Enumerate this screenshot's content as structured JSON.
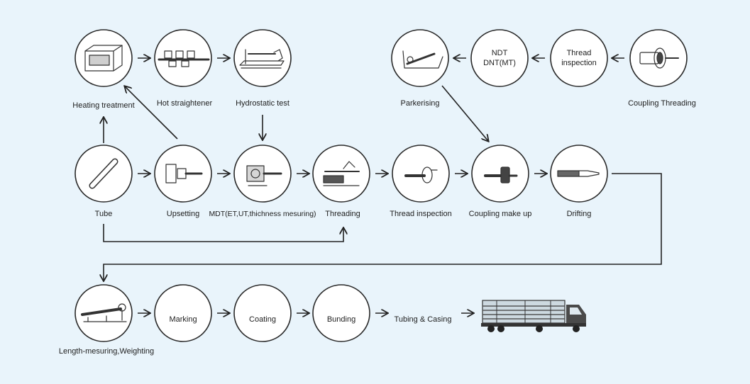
{
  "nodes": {
    "heating": "Heating treatment",
    "hot_straightener": "Hot straightener",
    "hydrostatic": "Hydrostatic test",
    "parkerising": "Parkerising",
    "ndt_line1": "NDT",
    "ndt_line2": "DNT(MT)",
    "thread_insp_top_line1": "Thread",
    "thread_insp_top_line2": "inspection",
    "coupling_threading": "Coupling Threading",
    "tube": "Tube",
    "upsetting": "Upsetting",
    "mdt": "MDT(ET,UT,thichness mesuring)",
    "threading": "Threading",
    "thread_inspection": "Thread inspection",
    "coupling_make_up": "Coupling make up",
    "drifting": "Drifting",
    "length_measuring": "Length-mesuring,Weighting",
    "marking": "Marking",
    "coating": "Coating",
    "bunding": "Bunding",
    "tubing_casing": "Tubing & Casing"
  },
  "colors": {
    "background": "#e9f4fb",
    "stroke": "#2a2a2a",
    "node_fill": "#ffffff",
    "truck_cab": "#4a4a4a"
  },
  "icons": [
    "furnace-icon",
    "straightener-icon",
    "hydrostatic-tester-icon",
    "parkerising-tank-icon",
    "coupling-threading-icon",
    "tube-icon",
    "upsetting-press-icon",
    "ndt-machine-icon",
    "threading-machine-icon",
    "thread-gauge-icon",
    "coupling-icon",
    "drift-mandrel-icon",
    "measuring-station-icon",
    "truck-icon"
  ]
}
